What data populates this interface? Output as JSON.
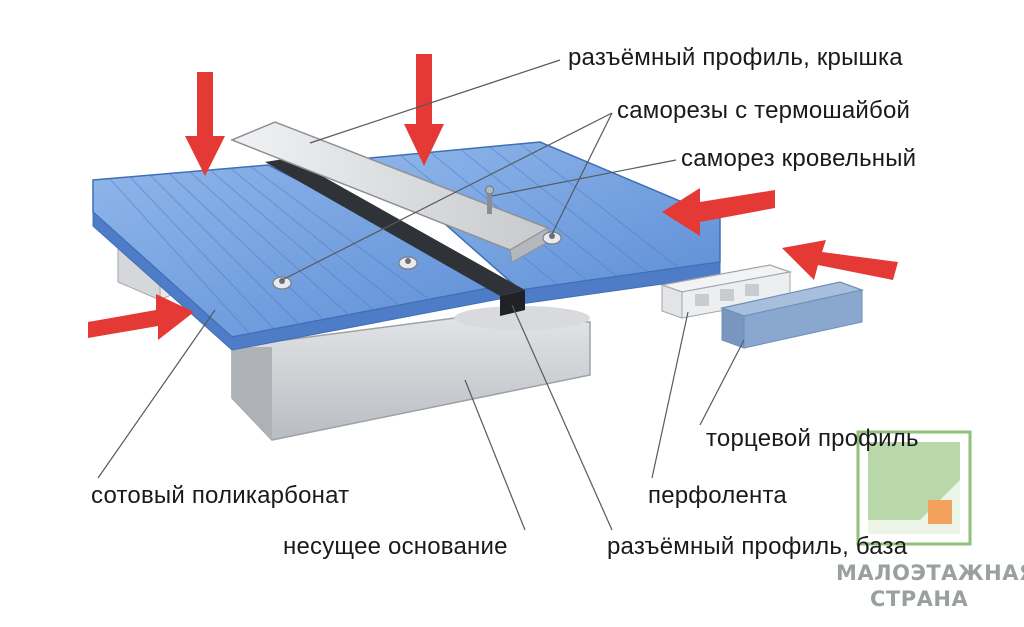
{
  "labels": {
    "profile_cap": "разъёмный профиль, крышка",
    "screws_thermowasher": "саморезы с термошайбой",
    "roofing_screw": "саморез кровельный",
    "end_profile": "торцевой профиль",
    "perforated_tape": "перфолента",
    "honeycomb_pc": "сотовый поликарбонат",
    "bearing_base": "несущее основание",
    "profile_base": "разъёмный профиль, база"
  },
  "watermark": {
    "line1": "МАЛОЭТАЖНАЯ",
    "line2": "СТРАНА"
  },
  "colors": {
    "panel": "#7aa3e0",
    "panel_dark": "#4f7cc6",
    "base": "#c9ccd0",
    "arrow": "#e53935",
    "logo": "#8fc17a",
    "logo_accent": "#f3a25d"
  }
}
